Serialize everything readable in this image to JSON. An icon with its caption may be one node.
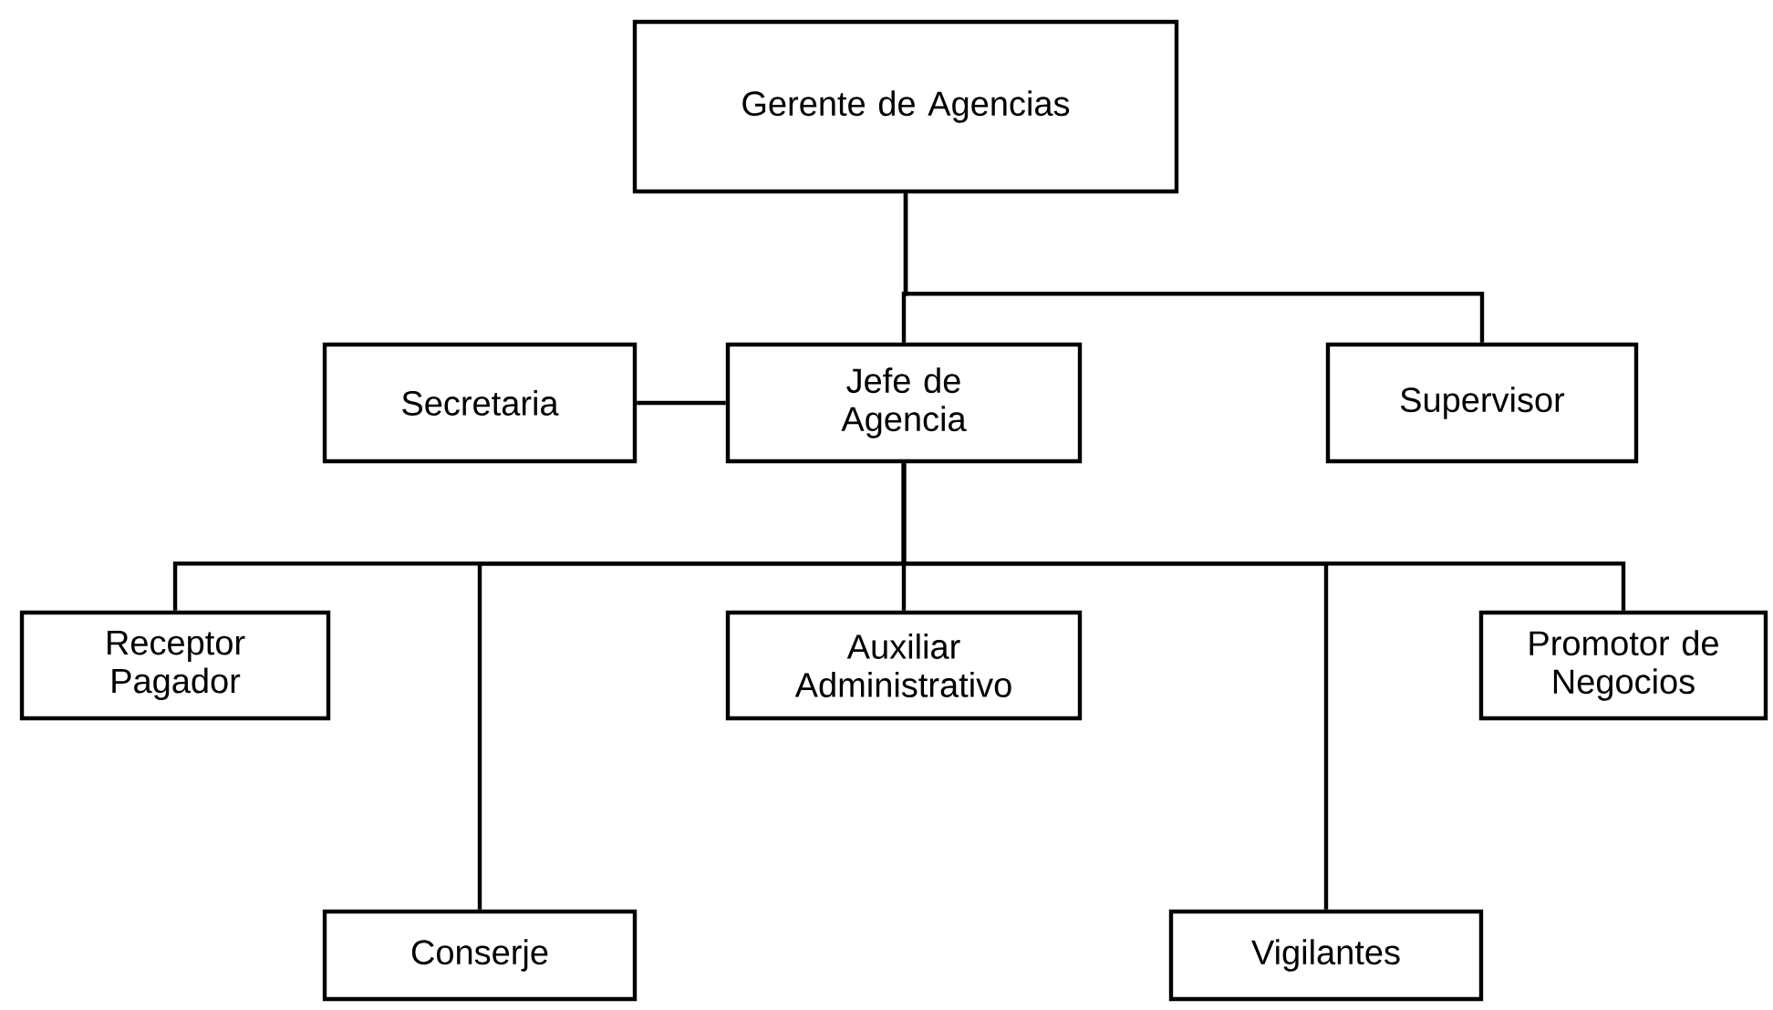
{
  "diagram": {
    "nodes": [
      {
        "text": [
          "Gerente de Agencias"
        ]
      },
      {
        "text": [
          "Secretaria"
        ]
      },
      {
        "text": [
          "Jefe de Agencia"
        ]
      },
      {
        "text": [
          "Supervisor"
        ]
      },
      {
        "text": [
          "Receptor Pagador"
        ]
      },
      {
        "text": [
          "Auxiliar Administrativo"
        ]
      },
      {
        "text": [
          "Promotor de Negocios"
        ]
      },
      {
        "text": [
          "Conserje"
        ]
      },
      {
        "text": [
          "Vigilantes"
        ]
      }
    ],
    "edges": [
      {
        "from": 0,
        "to": 2,
        "arrow": "none"
      },
      {
        "from": 0,
        "to": 3,
        "arrow": "none"
      },
      {
        "from": 1,
        "to": 2,
        "arrow": "none"
      },
      {
        "from": 2,
        "to": 4,
        "arrow": "none"
      },
      {
        "from": 2,
        "to": 7,
        "arrow": "none"
      },
      {
        "from": 2,
        "to": 5,
        "arrow": "none"
      },
      {
        "from": 2,
        "to": 8,
        "arrow": "none"
      },
      {
        "from": 2,
        "to": 6,
        "arrow": "none"
      }
    ]
  }
}
